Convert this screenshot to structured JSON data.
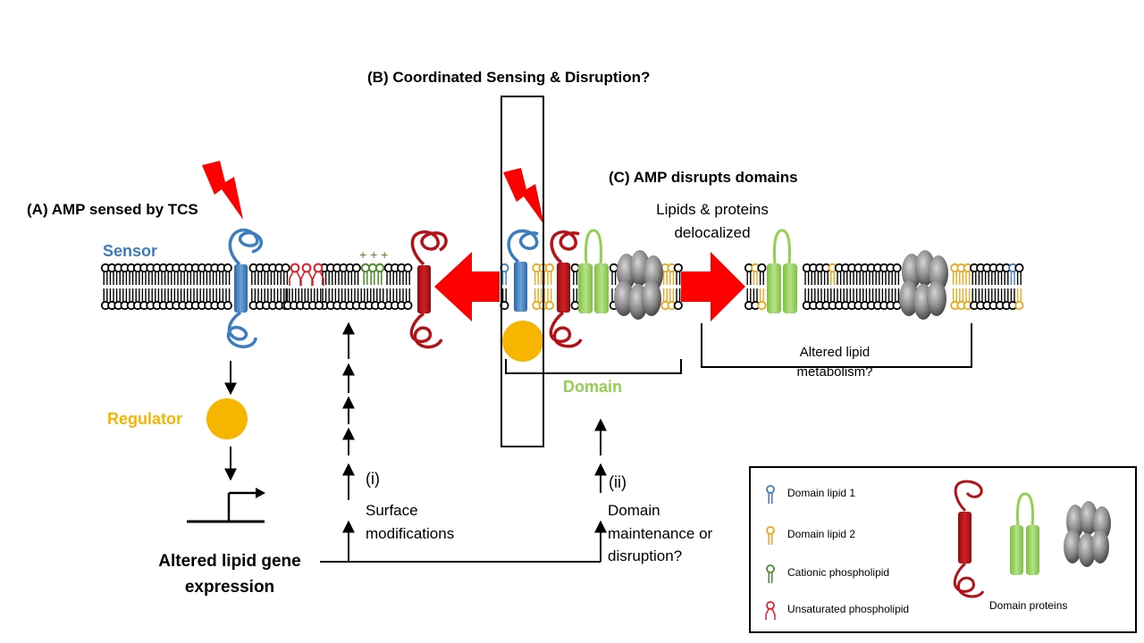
{
  "labels": {
    "b_title": "(B) Coordinated Sensing & Disruption?",
    "a_title": "(A) AMP sensed by TCS",
    "c_title": "(C) AMP disrupts domains",
    "sensor": "Sensor",
    "regulator": "Regulator",
    "domain": "Domain",
    "delocalized_1": "Lipids & proteins",
    "delocalized_2": "delocalized",
    "altered_lipid_1": "Altered lipid",
    "altered_lipid_2": "metabolism?",
    "charge": "+ + +",
    "path_i": "(i)",
    "surface_1": "Surface",
    "surface_2": "modifications",
    "path_ii": "(ii)",
    "maint_1": "Domain",
    "maint_2": "maintenance or",
    "maint_3": "disruption?",
    "gene_1": "Altered lipid gene",
    "gene_2": "expression"
  },
  "legend": {
    "items": [
      {
        "label": "Domain lipid 1",
        "color": "#3a7ec0"
      },
      {
        "label": "Domain lipid 2",
        "color": "#e6a817"
      },
      {
        "label": "Cationic phospholipid",
        "color": "#4f8a2c"
      },
      {
        "label": "Unsaturated phospholipid",
        "color": "#e0202a"
      }
    ],
    "proteins_label": "Domain proteins"
  },
  "colors": {
    "sensor_blue": "#3a7ec0",
    "regulator_yellow": "#f7b500",
    "domain_green": "#92d050",
    "dark_red": "#b31217",
    "arrow_red": "#ff0000",
    "lipid_gold": "#e6a817"
  }
}
